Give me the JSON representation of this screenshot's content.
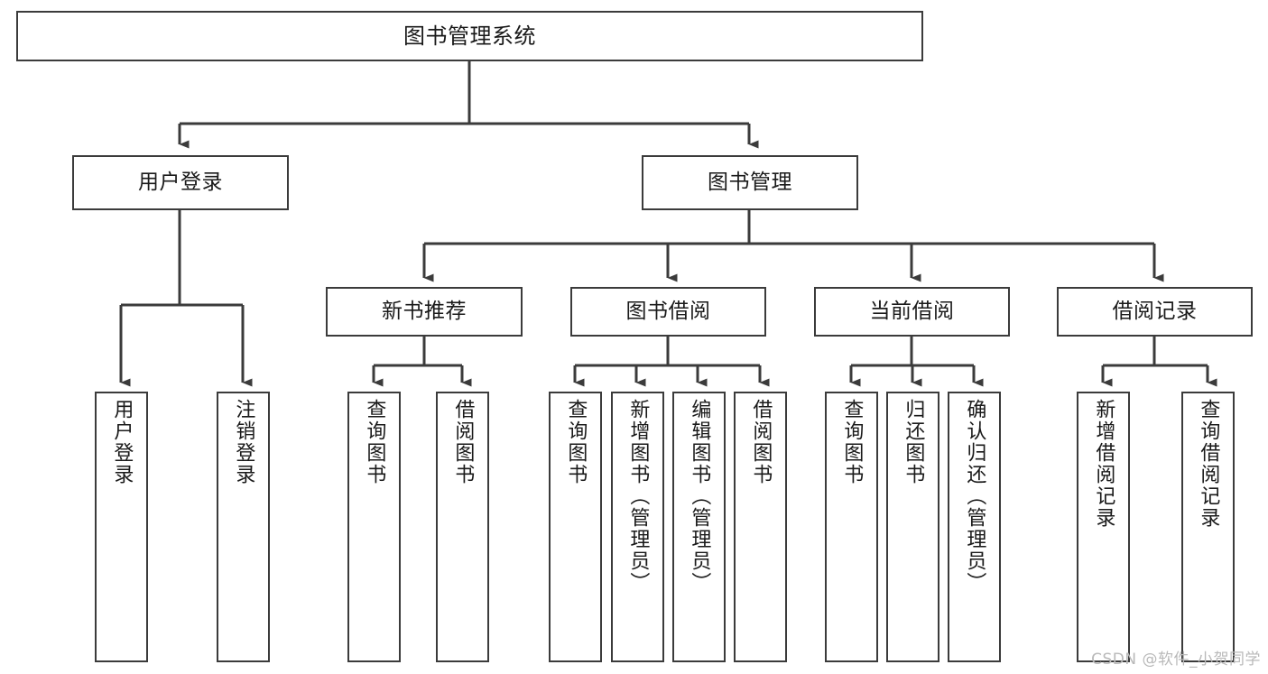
{
  "diagram": {
    "title": "图书管理系统",
    "type": "tree",
    "stroke_color": "#3b3b3b",
    "text_color": "#1a1a1a",
    "background_color": "#ffffff",
    "watermark": "CSDN @软件_小贺同学",
    "nodes": {
      "root": {
        "label": "图书管理系统"
      },
      "level2": [
        {
          "id": "user-login",
          "label": "用户登录"
        },
        {
          "id": "book-manage",
          "label": "图书管理"
        }
      ],
      "level3": [
        {
          "id": "new-book-recommend",
          "label": "新书推荐"
        },
        {
          "id": "book-borrow",
          "label": "图书借阅"
        },
        {
          "id": "current-borrow",
          "label": "当前借阅"
        },
        {
          "id": "borrow-record",
          "label": "借阅记录"
        }
      ],
      "leaves": {
        "user_login": [
          {
            "id": "leaf-user-login",
            "label": "用户登录"
          },
          {
            "id": "leaf-logout",
            "label": "注销登录"
          }
        ],
        "new_book_recommend": [
          {
            "id": "leaf-query-book-1",
            "label": "查询图书"
          },
          {
            "id": "leaf-borrow-book-1",
            "label": "借阅图书"
          }
        ],
        "book_borrow": [
          {
            "id": "leaf-query-book-2",
            "label": "查询图书"
          },
          {
            "id": "leaf-add-book",
            "label": "新增图书（管理员）"
          },
          {
            "id": "leaf-edit-book",
            "label": "编辑图书（管理员）"
          },
          {
            "id": "leaf-borrow-book-2",
            "label": "借阅图书"
          }
        ],
        "current_borrow": [
          {
            "id": "leaf-query-book-3",
            "label": "查询图书"
          },
          {
            "id": "leaf-return-book",
            "label": "归还图书"
          },
          {
            "id": "leaf-confirm-return",
            "label": "确认归还（管理员）"
          }
        ],
        "borrow_record": [
          {
            "id": "leaf-add-record",
            "label": "新增借阅记录"
          },
          {
            "id": "leaf-query-record",
            "label": "查询借阅记录"
          }
        ]
      }
    }
  }
}
